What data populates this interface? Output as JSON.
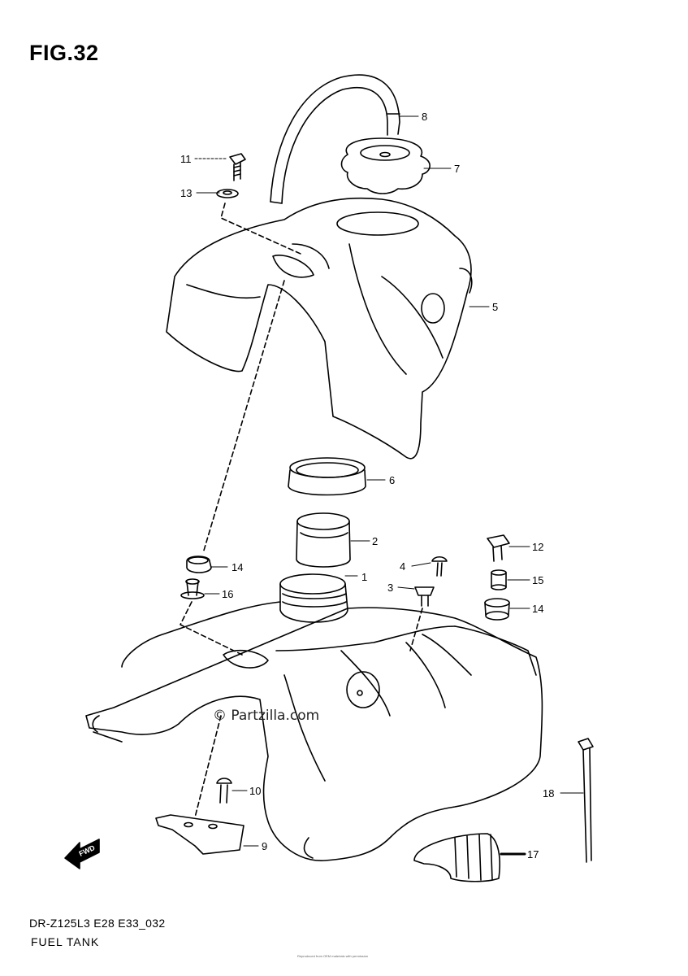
{
  "figure": {
    "title": "FIG.32",
    "model_code": "DR-Z125L3 E28 E33_032",
    "section_name": "FUEL TANK",
    "watermark": "© Partzilla.com",
    "fine_print": "Reproduced from OEM materials with permission"
  },
  "callouts": [
    {
      "id": "c1",
      "label": "1"
    },
    {
      "id": "c2",
      "label": "2"
    },
    {
      "id": "c3",
      "label": "3"
    },
    {
      "id": "c4",
      "label": "4"
    },
    {
      "id": "c5",
      "label": "5"
    },
    {
      "id": "c6",
      "label": "6"
    },
    {
      "id": "c7",
      "label": "7"
    },
    {
      "id": "c8",
      "label": "8"
    },
    {
      "id": "c9",
      "label": "9"
    },
    {
      "id": "c10",
      "label": "10"
    },
    {
      "id": "c11",
      "label": "11"
    },
    {
      "id": "c12",
      "label": "12"
    },
    {
      "id": "c13",
      "label": "13"
    },
    {
      "id": "c14a",
      "label": "14"
    },
    {
      "id": "c14b",
      "label": "14"
    },
    {
      "id": "c15",
      "label": "15"
    },
    {
      "id": "c16",
      "label": "16"
    },
    {
      "id": "c17",
      "label": "17"
    },
    {
      "id": "c18",
      "label": "18"
    }
  ],
  "fwd_arrow": {
    "label": "FWD",
    "icon": "fwd-arrow-icon"
  }
}
